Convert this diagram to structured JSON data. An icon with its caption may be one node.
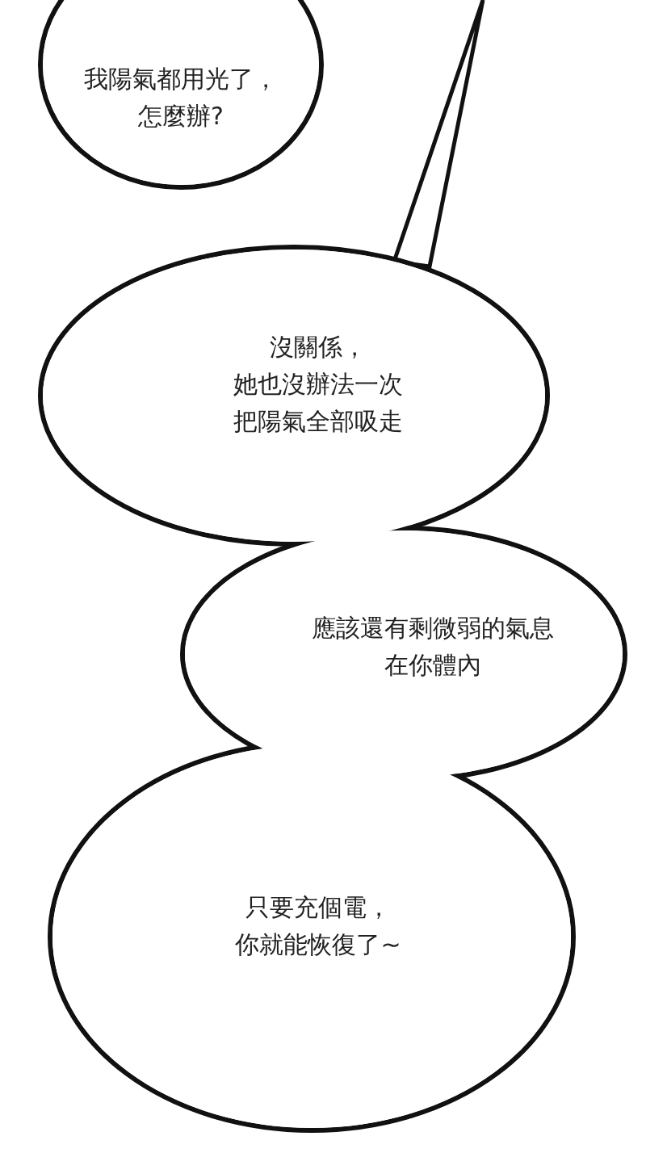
{
  "diagram": {
    "nodes": [
      {
        "text": [
          "我陽氣都用光了，怎麼辦?"
        ]
      },
      {
        "text": [
          "沒關係，她也沒辦法一次把陽氣全部吸走",
          "應該還有剩微弱的氣息在你體內",
          "只要充個電，你就能恢復了~"
        ]
      }
    ]
  }
}
